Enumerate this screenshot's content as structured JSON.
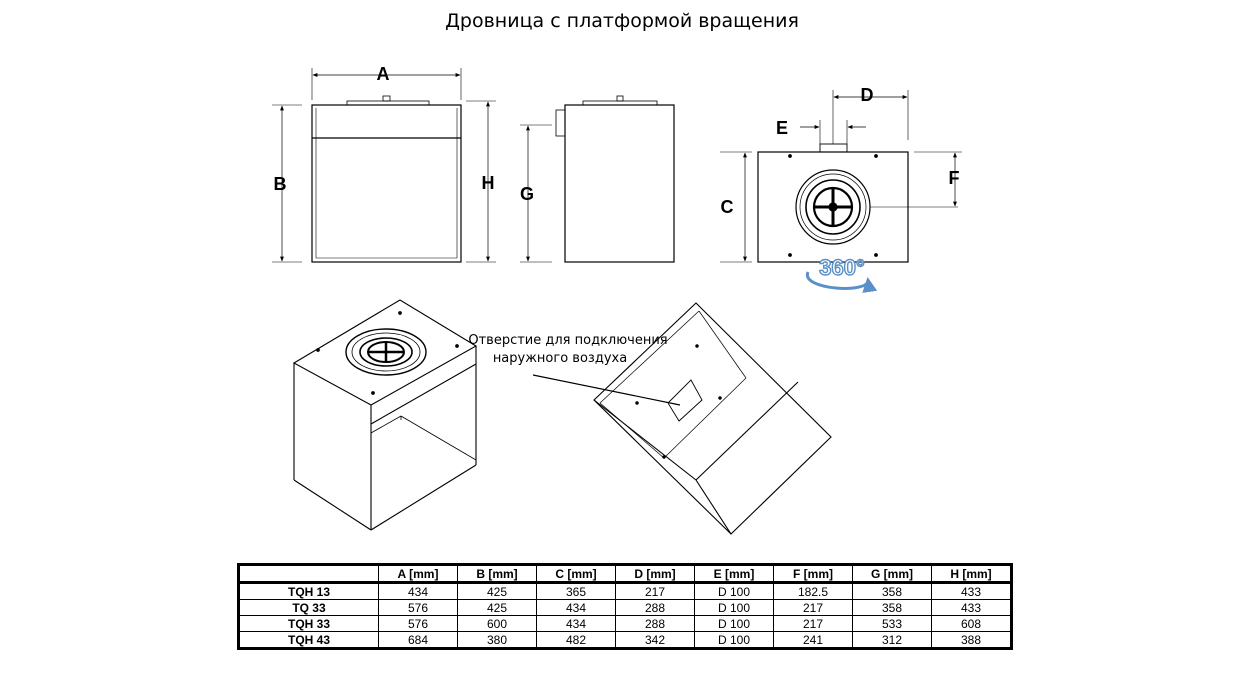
{
  "title": "Дровница с платформой вращения",
  "labels": {
    "A": "A",
    "B": "B",
    "H": "H",
    "G": "G",
    "D": "D",
    "E": "E",
    "C": "C",
    "F": "F",
    "rotation": "360°"
  },
  "callout": {
    "line1": "Отверстие для подключения",
    "line2": "наружного воздуха"
  },
  "table": {
    "columns": [
      "",
      "A [mm]",
      "B [mm]",
      "C [mm]",
      "D [mm]",
      "E [mm]",
      "F [mm]",
      "G [mm]",
      "H [mm]"
    ],
    "rows": [
      [
        "TQH 13",
        "434",
        "425",
        "365",
        "217",
        "D 100",
        "182.5",
        "358",
        "433"
      ],
      [
        "TQ 33",
        "576",
        "425",
        "434",
        "288",
        "D 100",
        "217",
        "358",
        "433"
      ],
      [
        "TQH 33",
        "576",
        "600",
        "434",
        "288",
        "D 100",
        "217",
        "533",
        "608"
      ],
      [
        "TQH 43",
        "684",
        "380",
        "482",
        "342",
        "D 100",
        "241",
        "312",
        "388"
      ]
    ]
  },
  "colors": {
    "rotation_arrow": "#5b8fc7",
    "line": "#000000"
  }
}
